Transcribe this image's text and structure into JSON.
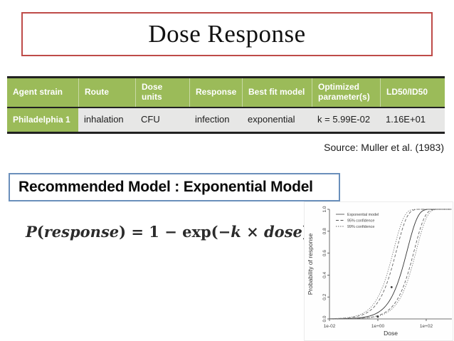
{
  "slide": {
    "title": "Dose Response",
    "source": "Source: Muller et al. (1983)",
    "recommended": "Recommended Model : Exponential Model",
    "formula_text": "P(response) = 1 − exp(−k × dose)",
    "formula_parts": [
      {
        "text": "P",
        "italic": true
      },
      {
        "text": "(",
        "italic": false
      },
      {
        "text": "response",
        "italic": true
      },
      {
        "text": ")",
        "italic": false
      },
      {
        "text": " = 1 − exp(−",
        "italic": false
      },
      {
        "text": "k",
        "italic": true
      },
      {
        "text": " × ",
        "italic": false
      },
      {
        "text": "dose",
        "italic": true
      },
      {
        "text": ")",
        "italic": false
      }
    ]
  },
  "table": {
    "headers": [
      "Agent strain",
      "Route",
      "Dose units",
      "Response",
      "Best fit model",
      "Optimized parameter(s)",
      "LD50/ID50"
    ],
    "rows": [
      [
        "Philadelphia 1",
        "inhalation",
        "CFU",
        "infection",
        "exponential",
        "k = 5.99E-02",
        "1.16E+01"
      ]
    ]
  },
  "colors": {
    "title_border": "#BE4B48",
    "table_header_green": "#9BBB59",
    "table_row_gray": "#E7E7E6",
    "table_frame_dark": "#212121",
    "recommended_border": "#6A8FBB",
    "chart_line": "#444444"
  },
  "chart_data": {
    "type": "line",
    "title": "",
    "xlabel": "Dose",
    "ylabel": "Probability of response",
    "x_scale": "log10",
    "xlim_log": [
      -2,
      3.06
    ],
    "ylim": [
      0,
      1
    ],
    "x_ticks": [
      {
        "label": "1e-02",
        "log": -2
      },
      {
        "label": "1e+00",
        "log": 0
      },
      {
        "label": "1e+02",
        "log": 2
      }
    ],
    "y_ticks": [
      "0.0",
      "0.2",
      "0.4",
      "0.6",
      "0.8",
      "1.0"
    ],
    "model": "P(response) = 1 - exp(-k * dose)",
    "curves": [
      {
        "name": "Exponential model",
        "dash": "solid",
        "k": 0.0599,
        "color": "#333333"
      },
      {
        "name": "95% confidence",
        "dash": "dashed",
        "k": 0.166,
        "color": "#666666"
      },
      {
        "name": "95% confidence",
        "dash": "dashed",
        "k": 0.0307,
        "color": "#666666"
      },
      {
        "name": "99% confidence",
        "dash": "dotted",
        "k": 0.219,
        "color": "#777777"
      },
      {
        "name": "99% confidence",
        "dash": "dotted",
        "k": 0.0251,
        "color": "#777777"
      }
    ],
    "legend": [
      {
        "label": "Exponential model",
        "dash": "solid"
      },
      {
        "label": "95% confidence",
        "dash": "dashed"
      },
      {
        "label": "99% confidence",
        "dash": "dotted"
      }
    ],
    "legend_position": "top-left",
    "points": [
      {
        "dose": 1.0,
        "p": 0.02
      },
      {
        "dose": 3.7,
        "p": 0.29
      }
    ]
  }
}
